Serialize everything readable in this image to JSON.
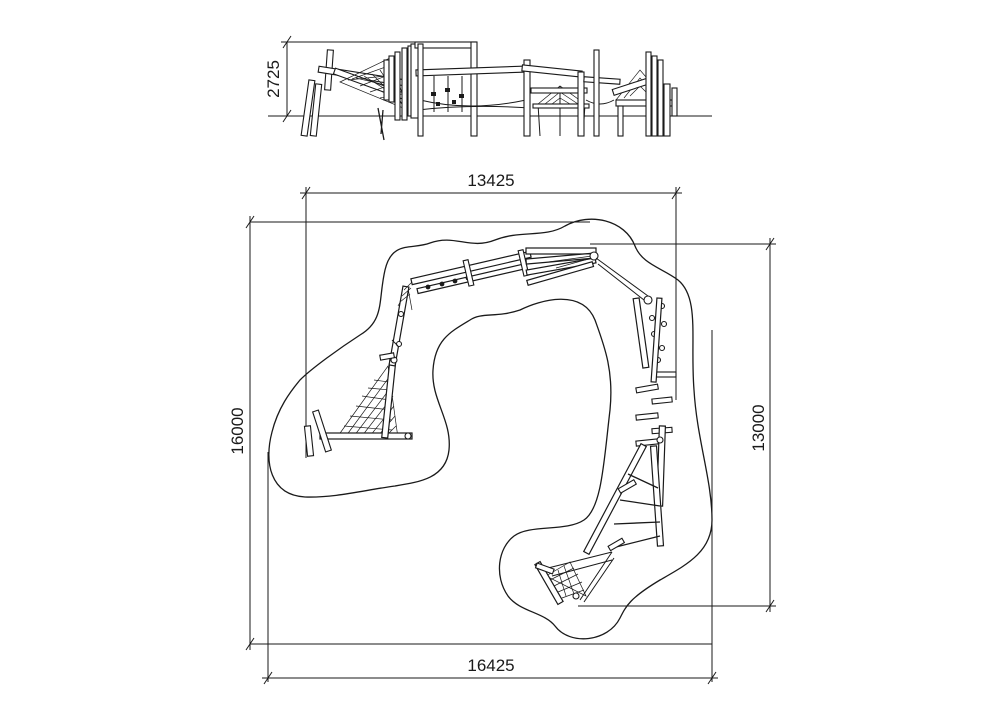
{
  "dimensions": {
    "elevation_height": "2725",
    "upper_width": "13425",
    "total_width": "16425",
    "total_depth": "16000",
    "inner_depth": "13000"
  }
}
